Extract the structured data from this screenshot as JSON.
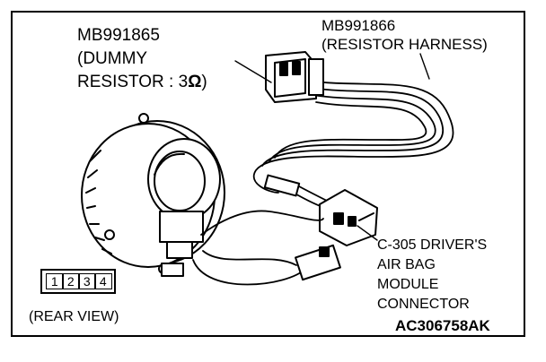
{
  "labels": {
    "dummy_part": "MB991865",
    "dummy_desc1": "(DUMMY",
    "dummy_desc2": "RESISTOR : 3",
    "dummy_ohm": "Ω",
    "dummy_close": ")",
    "harness_part": "MB991866",
    "harness_desc": "(RESISTOR HARNESS)",
    "conn_line1": "C-305 DRIVER'S",
    "conn_line2": "AIR BAG",
    "conn_line3": "MODULE",
    "conn_line4": "CONNECTOR",
    "rear_view": "(REAR VIEW)",
    "figure_code": "AC306758AK"
  },
  "connector_pins": [
    "1",
    "2",
    "3",
    "4"
  ]
}
